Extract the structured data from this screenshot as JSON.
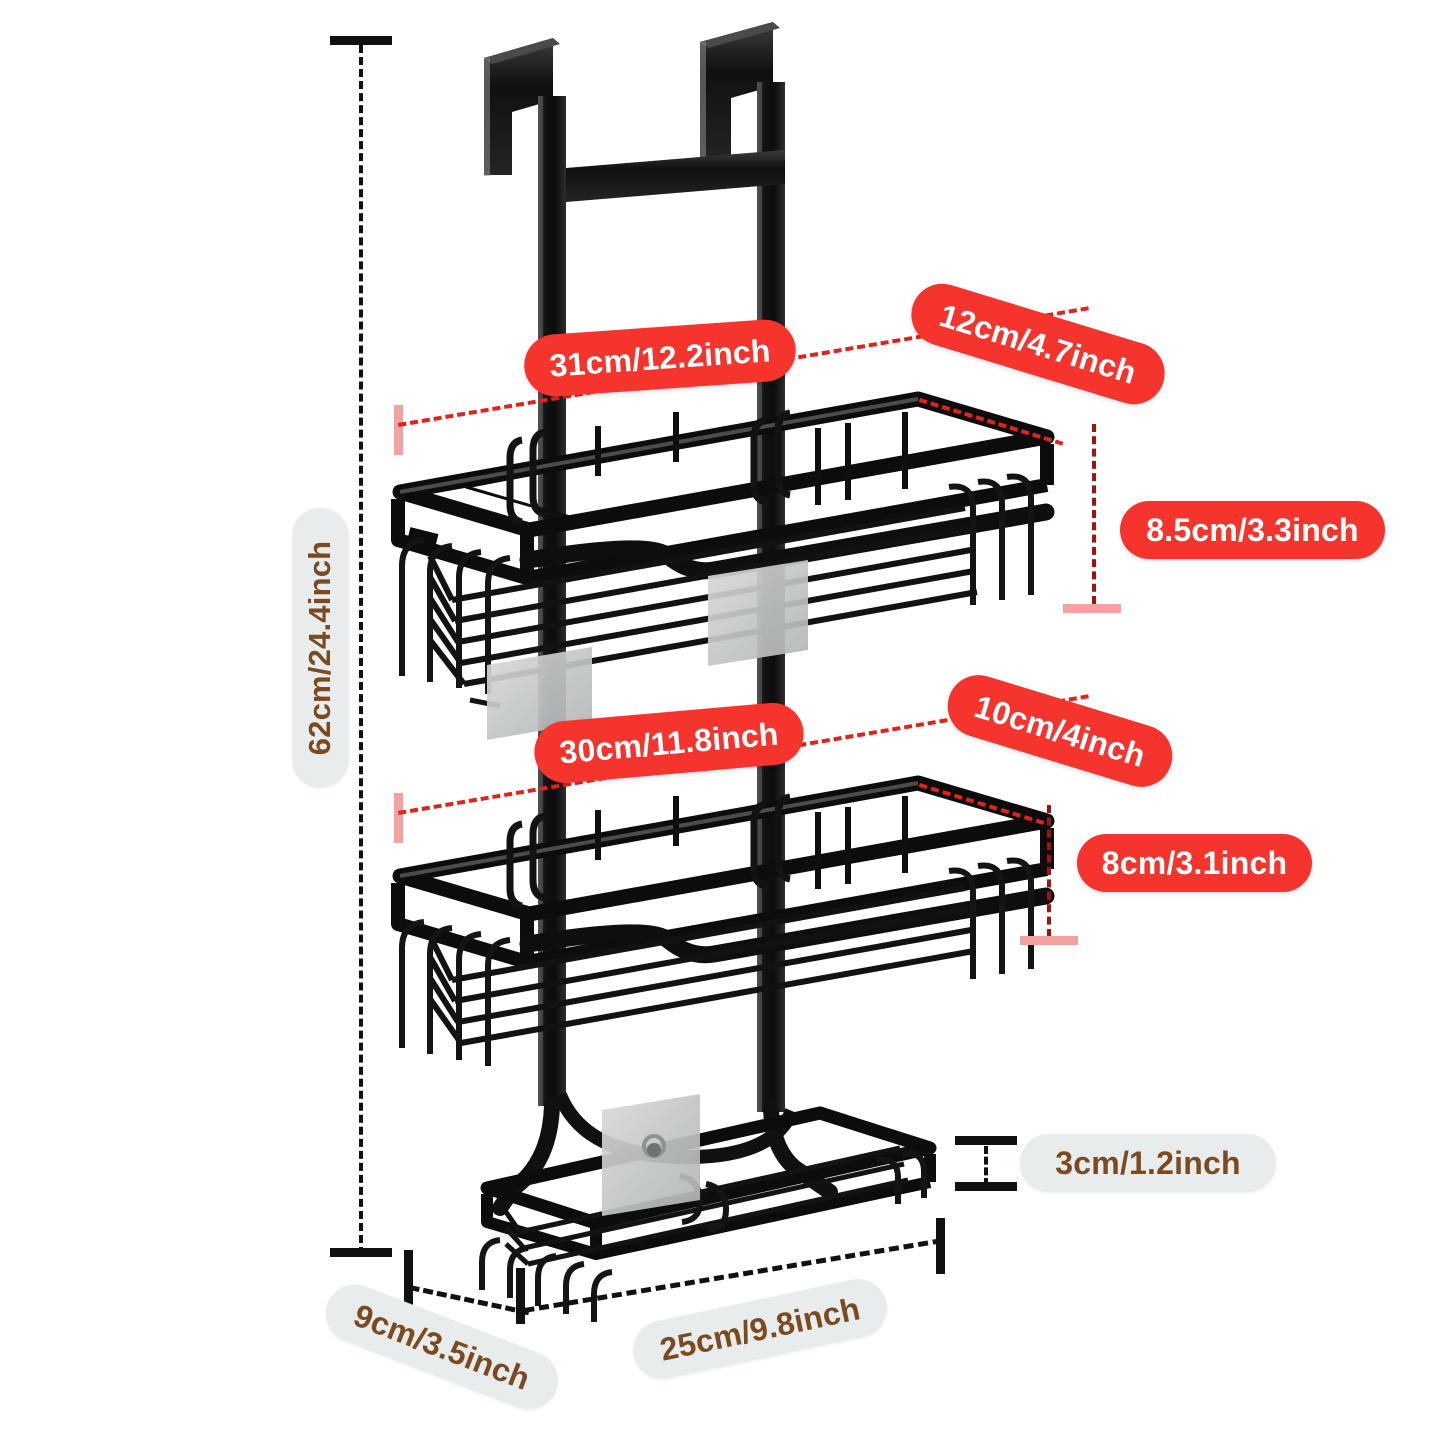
{
  "diagram": {
    "title": "Over the door shower caddy dimension diagram",
    "product": "3-tier over-the-door hanging shower caddy rack",
    "colors": {
      "pill_red": "#f5342e",
      "pill_red_text": "#ffffff",
      "pill_gray": "#e8ecec",
      "pill_gray_text": "#7a4a21",
      "guide_black": "#111111",
      "guide_red": "#e0231b",
      "guide_red_dark": "#9e1410",
      "guide_pink": "#f2a3a0",
      "product_black": "#111111",
      "background": "#ffffff"
    }
  },
  "labels": {
    "total_height": "62cm/24.4inch",
    "top_basket_width": "31cm/12.2inch",
    "top_basket_depth": "12cm/4.7inch",
    "top_basket_height": "8.5cm/3.3inch",
    "mid_basket_width": "30cm/11.8inch",
    "mid_basket_depth": "10cm/4inch",
    "mid_basket_height": "8cm/3.1inch",
    "tray_height": "3cm/1.2inch",
    "tray_width": "25cm/9.8inch",
    "tray_depth": "9cm/3.5inch"
  },
  "chart_data": {
    "type": "table",
    "title": "Shower caddy dimensions",
    "categories": [
      "Overall height",
      "Top basket width",
      "Top basket depth",
      "Top basket height",
      "Middle basket width",
      "Middle basket depth",
      "Middle basket height",
      "Bottom tray height",
      "Bottom tray width",
      "Bottom tray depth"
    ],
    "values_cm": [
      62,
      31,
      12,
      8.5,
      30,
      10,
      8,
      3,
      25,
      9
    ],
    "values_inch": [
      24.4,
      12.2,
      4.7,
      3.3,
      11.8,
      4,
      3.1,
      1.2,
      9.8,
      3.5
    ],
    "unit_primary": "cm",
    "unit_secondary": "inch"
  }
}
